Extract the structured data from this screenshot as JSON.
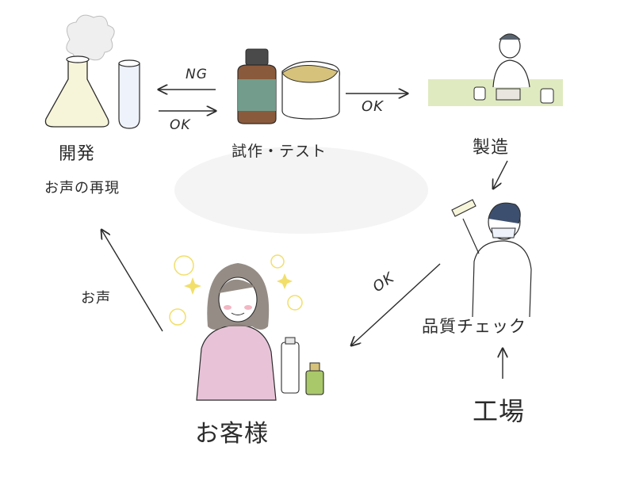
{
  "nodes": {
    "development": {
      "title": "開発",
      "subtitle": "お声の再現"
    },
    "prototype": {
      "title": "試作・テスト"
    },
    "manufacturing": {
      "title": "製造"
    },
    "quality_check": {
      "title": "品質チェック"
    },
    "factory": {
      "title": "工場"
    },
    "customer": {
      "title": "お客様"
    }
  },
  "edges": {
    "prototype_to_development": "NG",
    "development_to_prototype": "OK",
    "prototype_to_manufacturing": "OK",
    "quality_to_customer": "OK",
    "customer_to_development": "お声"
  },
  "colors": {
    "pencil": "#2b2b2b",
    "bottle_brown": "#8a5a3c",
    "bottle_green": "#6fa89a",
    "cream": "#d6c27a",
    "table_green": "#d9e6b5",
    "shirt_pink": "#e8c3d8",
    "sparkle_yellow": "#f2df6a",
    "hair": "#8a7f78"
  }
}
